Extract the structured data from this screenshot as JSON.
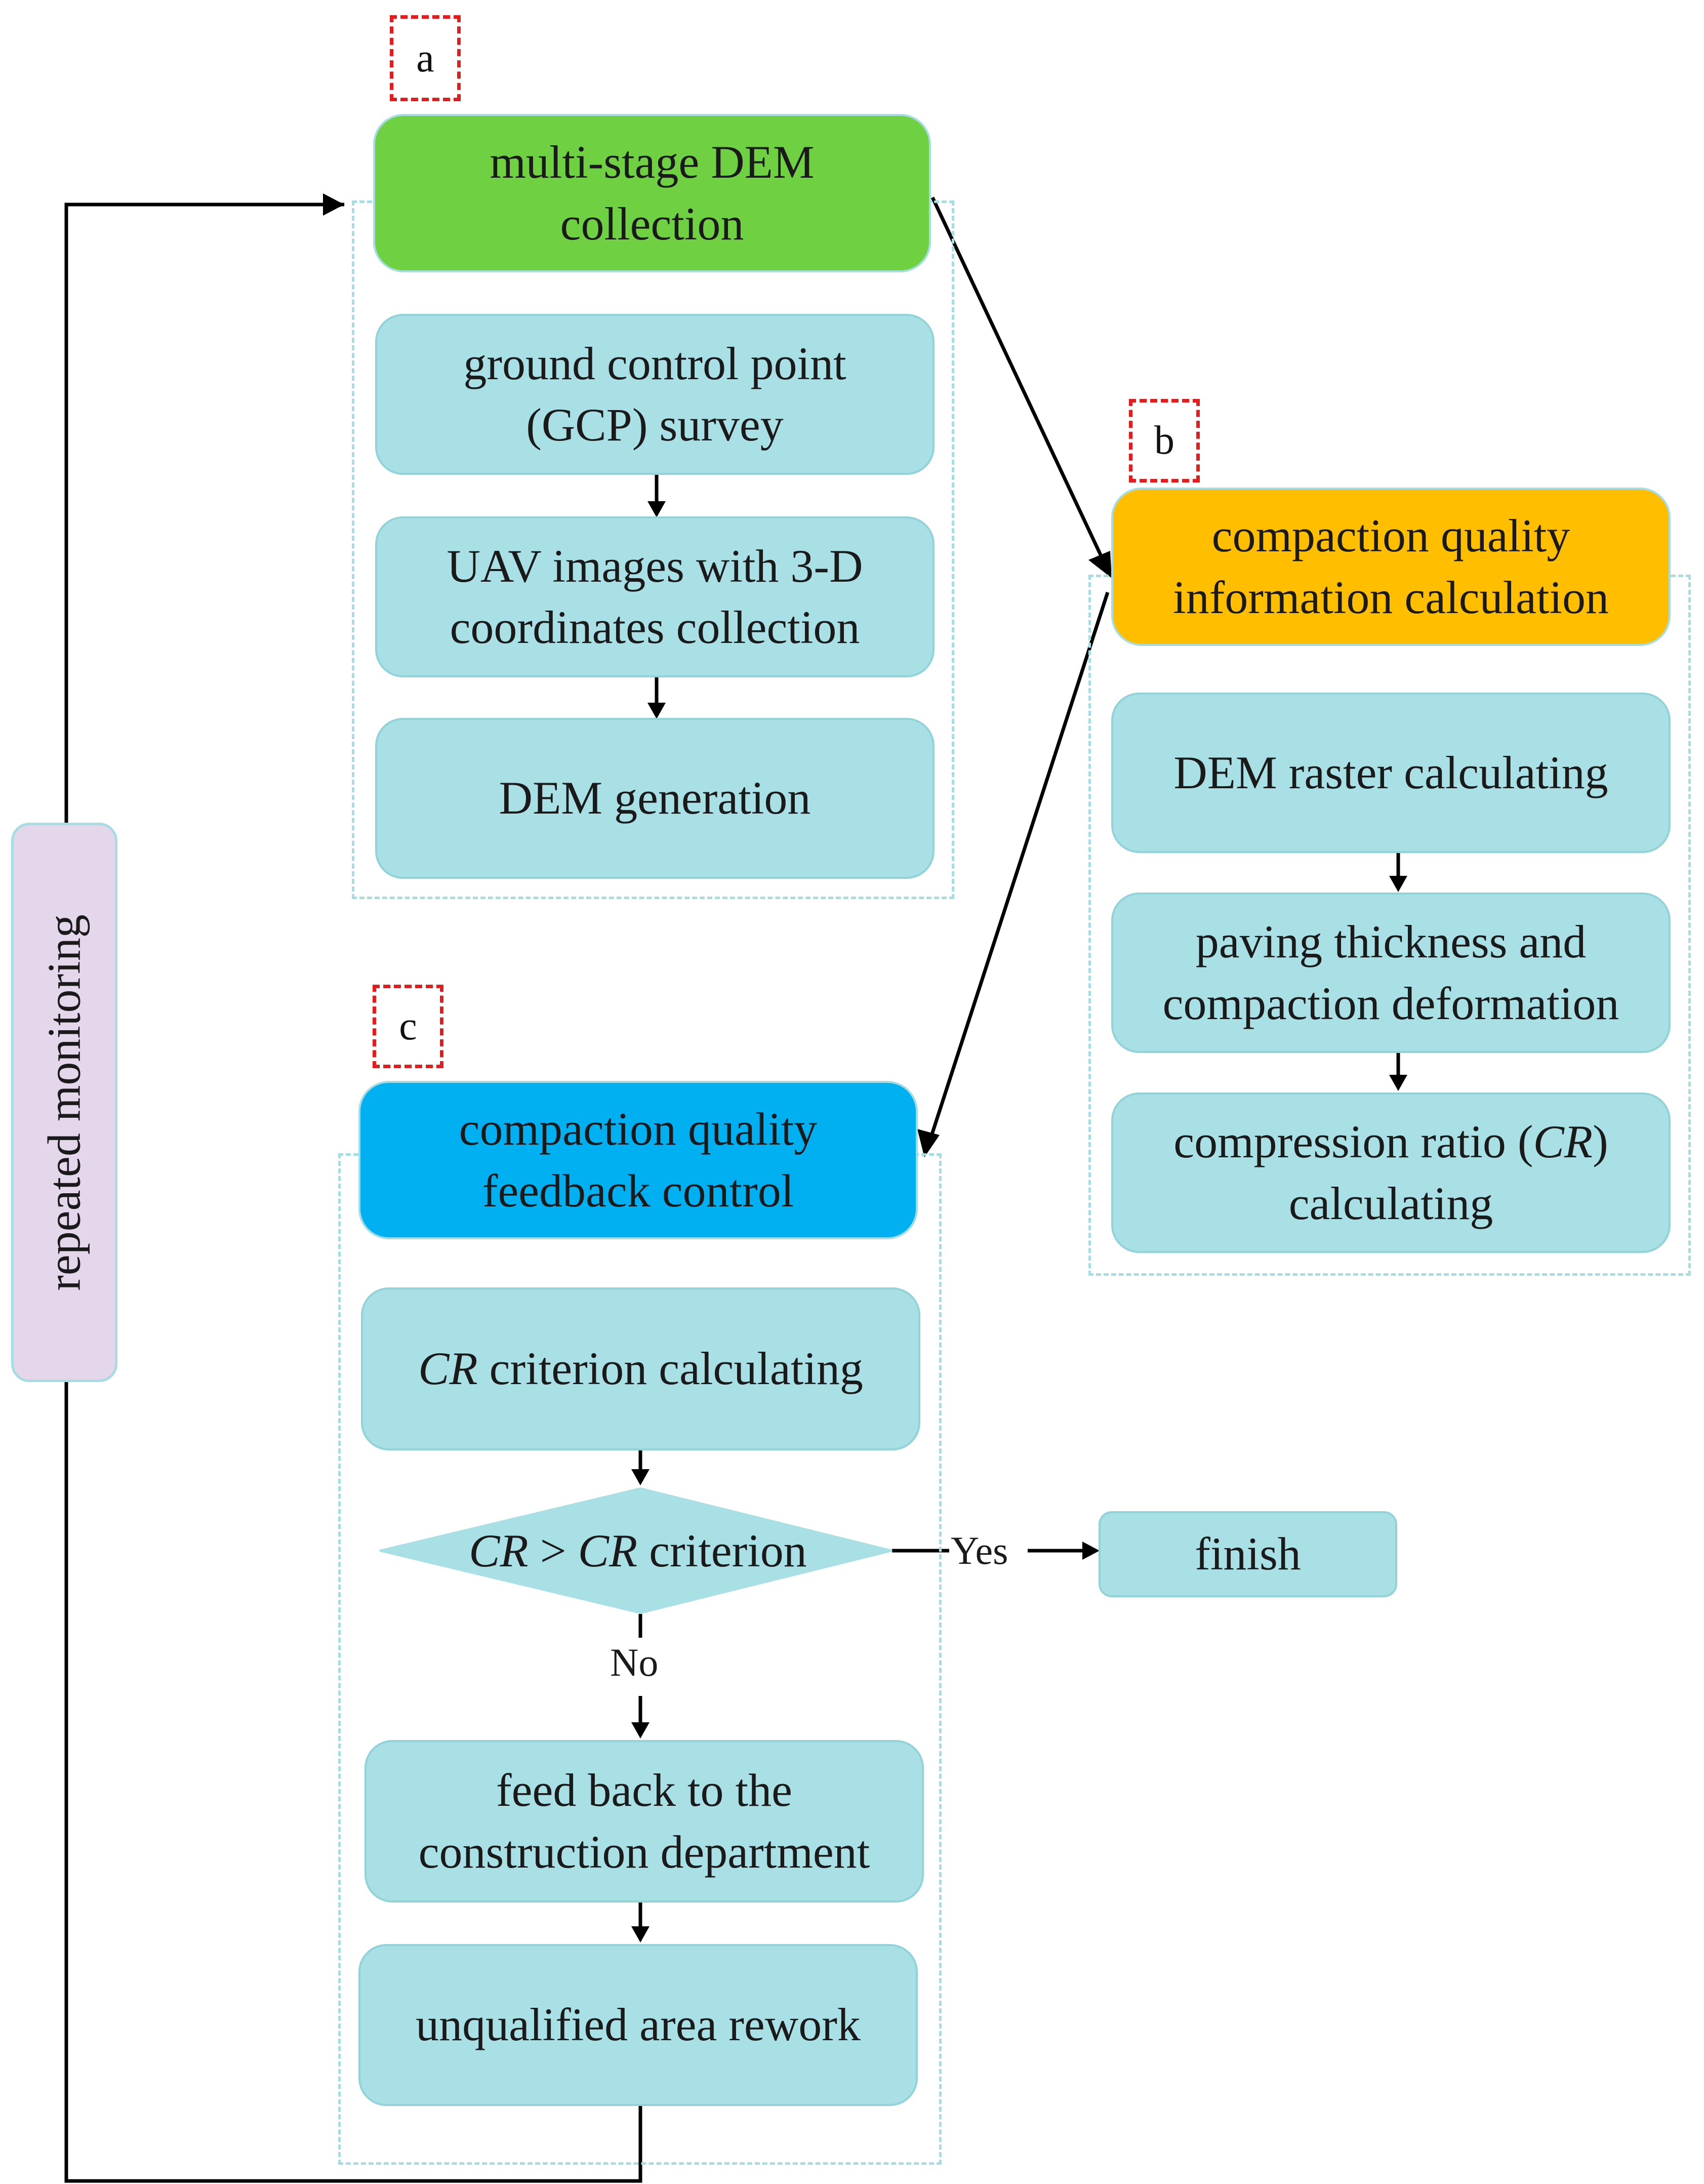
{
  "tags": {
    "a": "a",
    "b": "b",
    "c": "c"
  },
  "side_label": "repeated monitoring",
  "stage_a": {
    "header": [
      "multi-stage DEM",
      "collection"
    ],
    "steps": [
      [
        "ground control point",
        "(GCP) survey"
      ],
      [
        "UAV images with 3-D",
        "coordinates collection"
      ],
      [
        "DEM generation"
      ]
    ]
  },
  "stage_b": {
    "header": [
      "compaction quality",
      "information calculation"
    ],
    "steps": [
      [
        "DEM raster calculating"
      ],
      [
        "paving thickness and",
        "compaction deformation"
      ],
      [
        "compression ratio (",
        "CR",
        ")",
        "calculating"
      ]
    ]
  },
  "stage_c": {
    "header": [
      "compaction quality",
      "feedback control"
    ],
    "criterion_step": [
      "CR",
      " criterion calculating"
    ],
    "decision": [
      "CR",
      " > ",
      "CR",
      " criterion"
    ],
    "yes_label": "Yes",
    "no_label": "No",
    "finish": "finish",
    "steps": [
      [
        "feed back to the",
        "construction department"
      ],
      [
        "unqualified area rework"
      ]
    ]
  }
}
